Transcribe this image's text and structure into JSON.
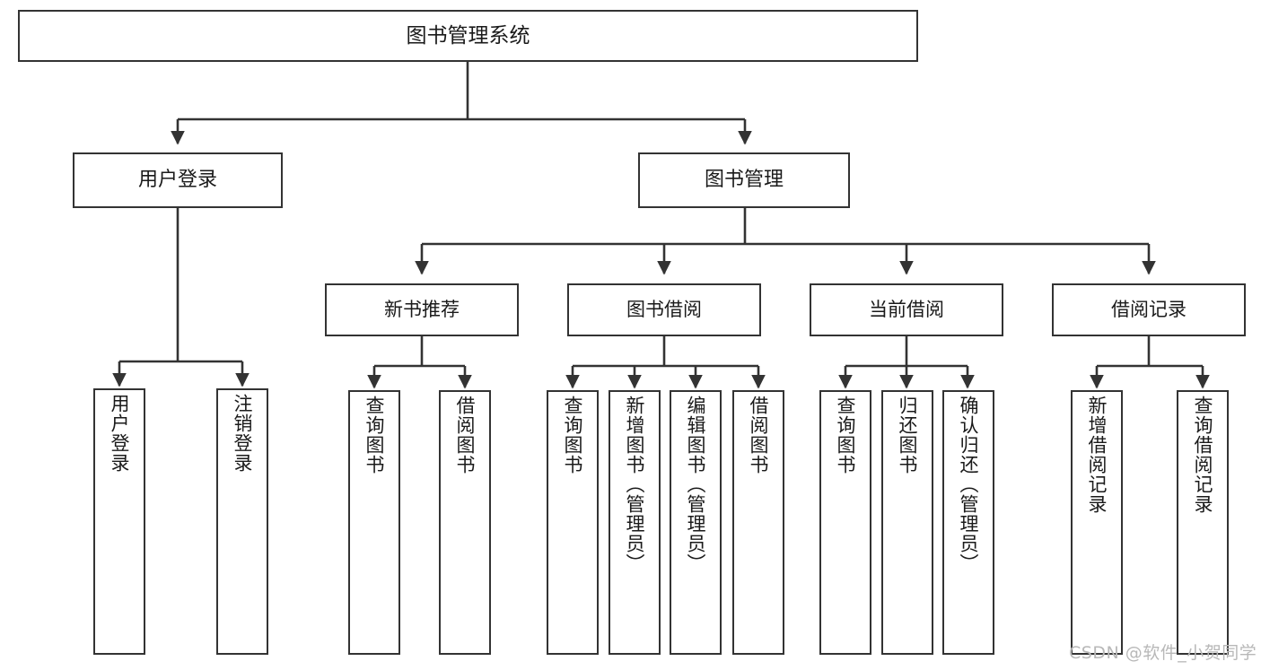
{
  "diagram": {
    "title": "图书管理系统",
    "style": {
      "box_border_color": "#333333",
      "box_fill_color": "#ffffff",
      "edge_color": "#333333",
      "text_color": "#1a1a1a",
      "background": "#ffffff"
    },
    "root": {
      "label": "图书管理系统"
    },
    "level1": [
      {
        "label": "用户登录"
      },
      {
        "label": "图书管理"
      }
    ],
    "level2": [
      {
        "label": "新书推荐"
      },
      {
        "label": "图书借阅"
      },
      {
        "label": "当前借阅"
      },
      {
        "label": "借阅记录"
      }
    ],
    "leaves": {
      "user_login": [
        {
          "label": "用户登录"
        },
        {
          "label": "注销登录"
        }
      ],
      "new_book_recommend": [
        {
          "label": "查询图书"
        },
        {
          "label": "借阅图书"
        }
      ],
      "book_borrow": [
        {
          "label": "查询图书"
        },
        {
          "label": "新增图书（管理员）"
        },
        {
          "label": "编辑图书（管理员）"
        },
        {
          "label": "借阅图书"
        }
      ],
      "current_borrow": [
        {
          "label": "查询图书"
        },
        {
          "label": "归还图书"
        },
        {
          "label": "确认归还（管理员）"
        }
      ],
      "borrow_record": [
        {
          "label": "新增借阅记录"
        },
        {
          "label": "查询借阅记录"
        }
      ]
    }
  },
  "watermark": {
    "text": "CSDN @软件_小贺同学"
  }
}
